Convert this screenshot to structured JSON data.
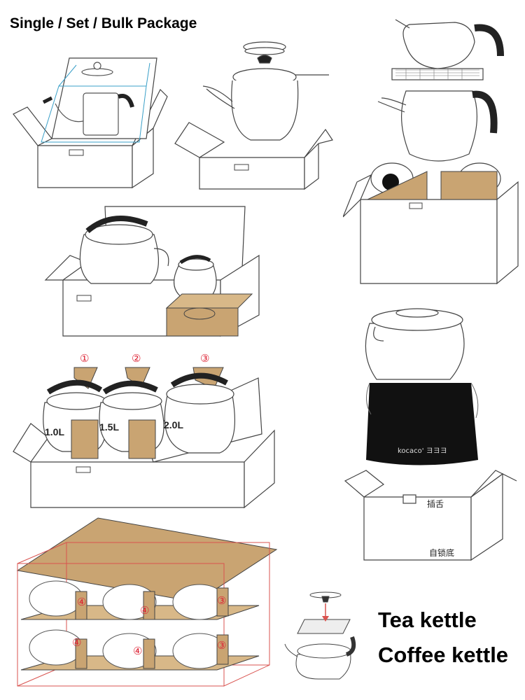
{
  "header": {
    "title": "Single  / Set / Bulk Package"
  },
  "set_panel": {
    "markers": [
      "①",
      "②",
      "③"
    ],
    "volumes": [
      "1.0L",
      "1.5L",
      "2.0L"
    ]
  },
  "pouch_panel": {
    "brand": "kocaco' ヨヨヨ",
    "tab_label": "插舌",
    "bottom_label": "自锁底"
  },
  "bulk_panel": {
    "markers": [
      "④",
      "④",
      "③",
      "④",
      "④",
      "③"
    ]
  },
  "captions": {
    "line1": "Tea kettle",
    "line2": "Coffee kettle"
  }
}
